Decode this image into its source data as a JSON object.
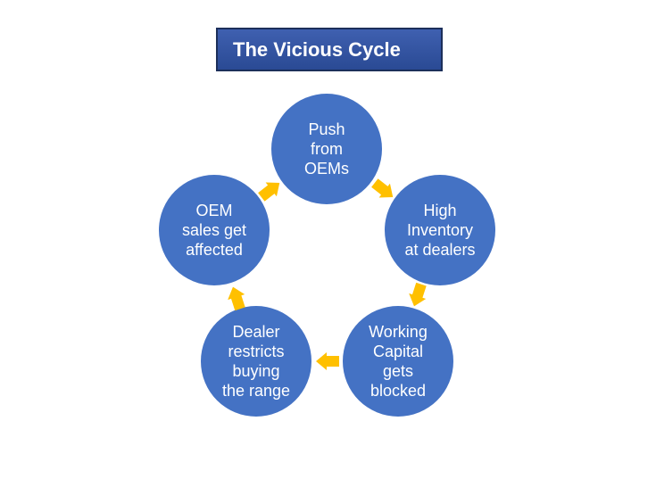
{
  "title": "The Vicious Cycle",
  "nodes": [
    {
      "id": "push",
      "label": "Push\nfrom\nOEMs"
    },
    {
      "id": "inventory",
      "label": "High\nInventory\nat dealers"
    },
    {
      "id": "capital",
      "label": "Working\nCapital\ngets\nblocked"
    },
    {
      "id": "restrict",
      "label": "Dealer\nrestricts\nbuying\nthe range"
    },
    {
      "id": "sales",
      "label": "OEM\nsales get\naffected"
    }
  ],
  "colors": {
    "node": "#4472c4",
    "arrow": "#ffc000",
    "title_bg": "#2f5597"
  }
}
